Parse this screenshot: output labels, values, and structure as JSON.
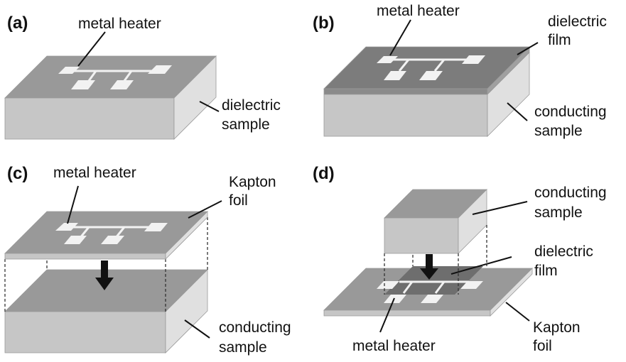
{
  "figure": {
    "colors": {
      "top_light": "#999999",
      "top_dark": "#7c7c7c",
      "front": "#c6c6c6",
      "side": "#e0e0e0",
      "heater": "#f2f2f2"
    },
    "panels": [
      {
        "id": "a",
        "label": "(a)",
        "texts": {
          "heater": "metal heater",
          "sample_1": "dielectric",
          "sample_2": "sample"
        }
      },
      {
        "id": "b",
        "label": "(b)",
        "texts": {
          "heater": "metal heater",
          "film_1": "dielectric",
          "film_2": "film",
          "sample_1": "conducting",
          "sample_2": "sample"
        }
      },
      {
        "id": "c",
        "label": "(c)",
        "texts": {
          "heater": "metal heater",
          "foil_1": "Kapton",
          "foil_2": "foil",
          "sample_1": "conducting",
          "sample_2": "sample"
        }
      },
      {
        "id": "d",
        "label": "(d)",
        "texts": {
          "sample_1": "conducting",
          "sample_2": "sample",
          "film_1": "dielectric",
          "film_2": "film",
          "foil_1": "Kapton",
          "foil_2": "foil",
          "heater": "metal heater"
        }
      }
    ]
  }
}
